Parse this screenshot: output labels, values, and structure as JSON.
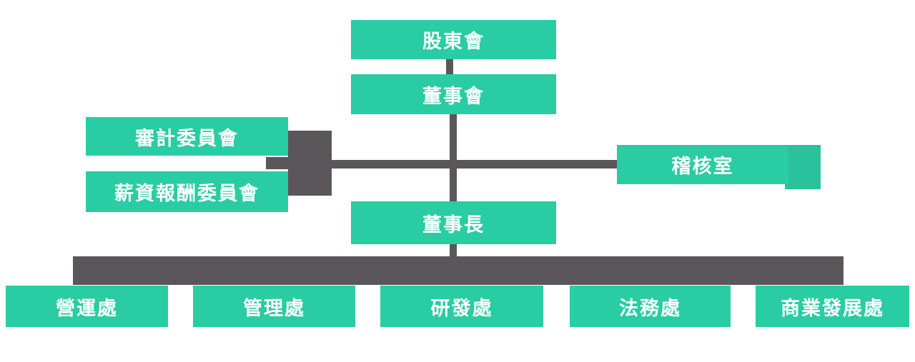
{
  "colors": {
    "node_fill": "#29cca3",
    "node_fill_alt": "#2ac29c",
    "connector": "#5a5659",
    "node_text": "#ffffff",
    "background": "#ffffff"
  },
  "org_chart": {
    "type": "organization-chart",
    "nodes": {
      "shareholders": "股東會",
      "board": "董事會",
      "audit_committee": "審計委員會",
      "compensation_committee": "薪資報酬委員會",
      "audit_office": "稽核室",
      "chairman": "董事長",
      "operations": "營運處",
      "management": "管理處",
      "rnd": "研發處",
      "legal": "法務處",
      "business_dev": "商業發展處"
    },
    "hierarchy": [
      {
        "parent": "shareholders",
        "child": "board"
      },
      {
        "parent": "board",
        "child": "chairman"
      },
      {
        "parent": "board",
        "child": "audit_committee"
      },
      {
        "parent": "board",
        "child": "compensation_committee"
      },
      {
        "parent": "board",
        "child": "audit_office"
      },
      {
        "parent": "chairman",
        "child": "operations"
      },
      {
        "parent": "chairman",
        "child": "management"
      },
      {
        "parent": "chairman",
        "child": "rnd"
      },
      {
        "parent": "chairman",
        "child": "legal"
      },
      {
        "parent": "chairman",
        "child": "business_dev"
      }
    ]
  }
}
